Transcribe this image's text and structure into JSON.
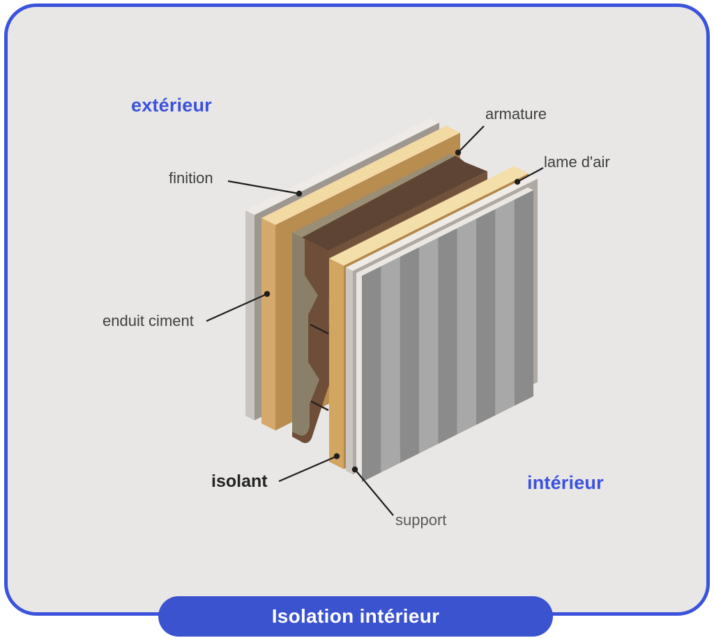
{
  "title": {
    "text": "Isolation intérieur"
  },
  "zones": {
    "exterior": "extérieur",
    "interior": "intérieur"
  },
  "labels": {
    "finition": "finition",
    "armature": "armature",
    "lame_air": "lame d'air",
    "enduit_ciment": "enduit ciment",
    "isolant": "isolant",
    "support": "support"
  },
  "palette": {
    "background": "#E8E7E6",
    "frame_border": "#3B52DC",
    "banner_bg": "#3C53D0",
    "banner_text": "#FFFFFF",
    "zone_label": "#3B52DC",
    "label_text": "#3F3F3F",
    "leader": "#1E1E1E",
    "finition_cap": "#C9C5C2",
    "finition_top": "#EDEAE7",
    "finition_edge": "#9E9790",
    "enduit_cap": "#D5A96B",
    "enduit_top": "#F3D9A4",
    "enduit_edge": "#B98C4F",
    "armature_zigzag": "#8A8069",
    "armature_top": "#9A8E75",
    "wall_cap": "#6E4E39",
    "wall_top": "#5D4434",
    "wall_face": "#73523C",
    "wall_face_band": "#7D5B43",
    "wall_dark_line": "#2B241E",
    "isolant_cap": "#D2A561",
    "isolant_top": "#F4DFAB",
    "isolant_edge": "#B5884C",
    "support_cap": "#CBC6C1",
    "support_top": "#EFEBE7",
    "support_edge": "#AFA9A3",
    "panel_cap": "#E9E5E1",
    "panel_top": "#EAE6E2",
    "panel_stripe_dark": "#8B8B8B",
    "panel_stripe_light": "#A8A8A8"
  }
}
